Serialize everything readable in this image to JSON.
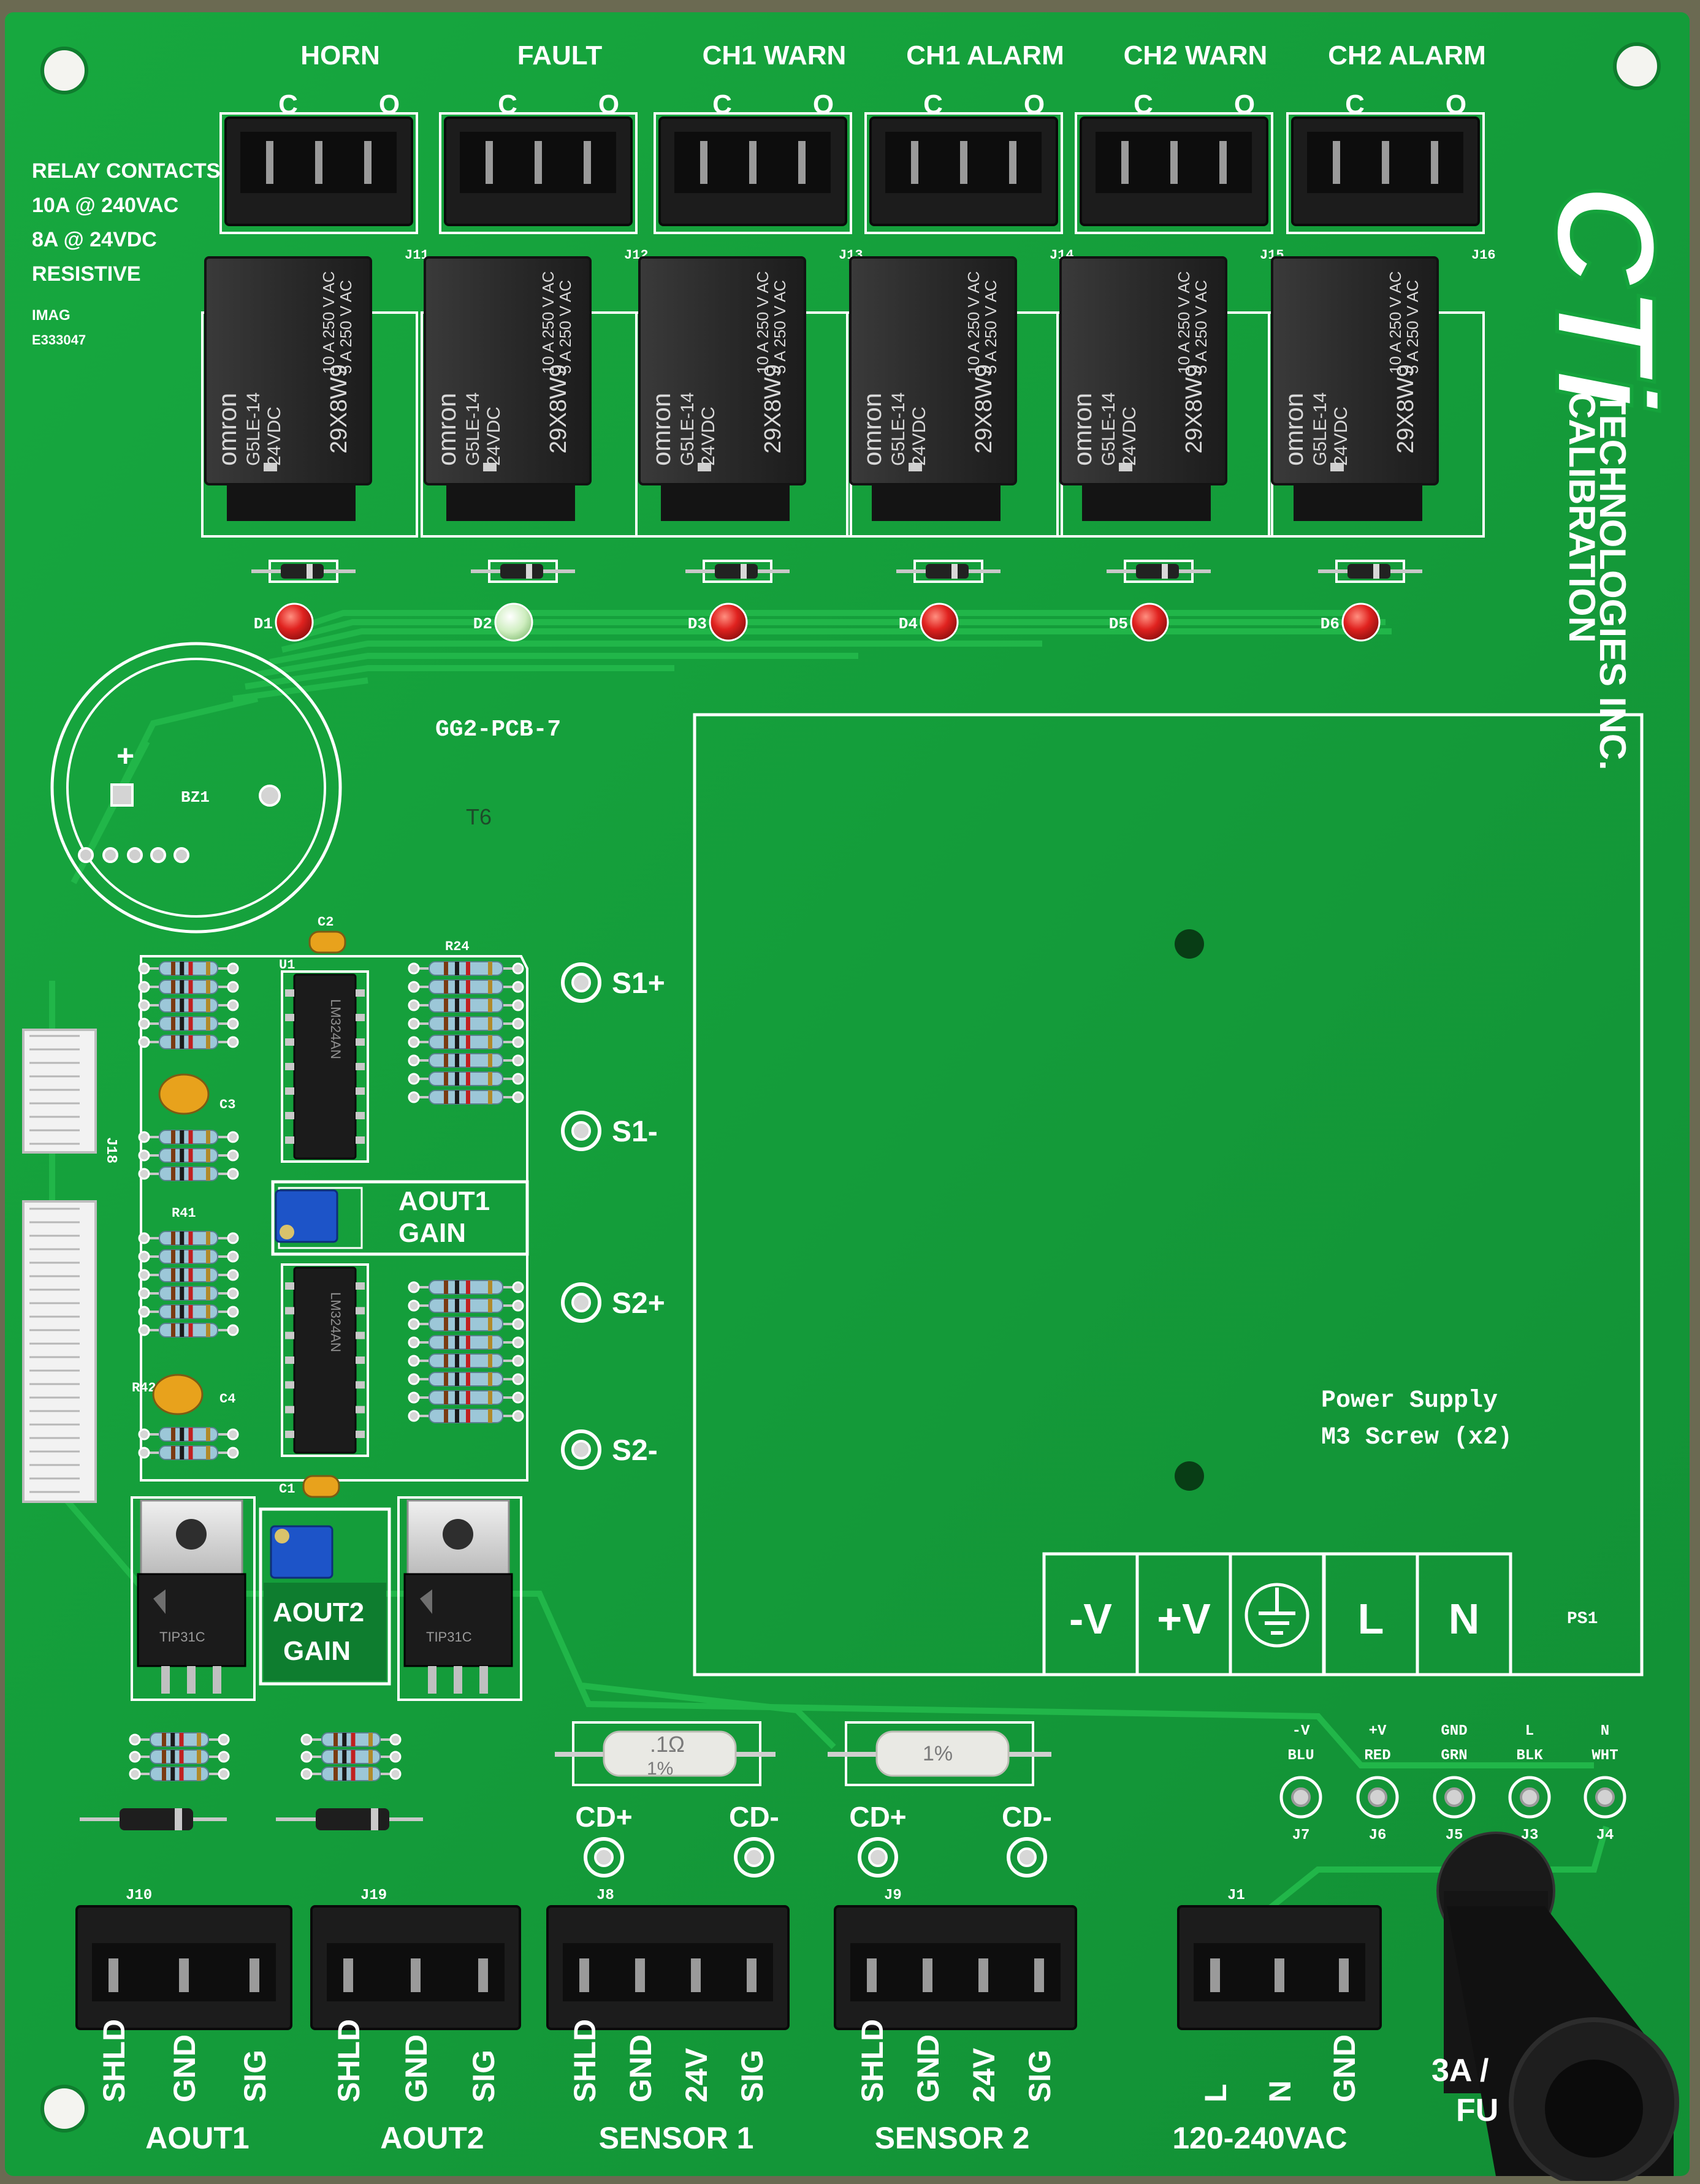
{
  "colors": {
    "pcb": "#15a33c",
    "pcb_dark": "#0f8a31",
    "trace": "#22b84a",
    "silkscreen": "#ffffff",
    "connector": "#1c1c1c",
    "relay": "#2b2b2b",
    "led_red": "#e0221f",
    "led_green": "#d8f0c8",
    "trimmer_blue": "#1d54c8",
    "capacitor": "#e8a21c",
    "background": "#6b6a52"
  },
  "relay_note": {
    "line1": "RELAY CONTACTS",
    "line2": "10A @ 240VAC",
    "line3": "8A @ 24VDC",
    "line4": "RESISTIVE",
    "cert1": "IMAG",
    "cert2": "E333047"
  },
  "relays": [
    {
      "label": "HORN",
      "jack": "J11",
      "led": "D1",
      "led_color": "red"
    },
    {
      "label": "FAULT",
      "jack": "J12",
      "led": "D2",
      "led_color": "green"
    },
    {
      "label": "CH1 WARN",
      "jack": "J13",
      "led": "D3",
      "led_color": "red"
    },
    {
      "label": "CH1 ALARM",
      "jack": "J14",
      "led": "D4",
      "led_color": "red"
    },
    {
      "label": "CH2 WARN",
      "jack": "J15",
      "led": "D5",
      "led_color": "red"
    },
    {
      "label": "CH2 ALARM",
      "jack": "J16",
      "led": "D6",
      "led_color": "red"
    }
  ],
  "contact_marks": {
    "common": "C",
    "open": "O"
  },
  "relay_body": {
    "brand": "omron",
    "model": "G5LE-14",
    "voltage": "24VDC",
    "rating1": "10 A 250 V AC",
    "rating2": "5 A 250 V AC",
    "code": "29X8W9"
  },
  "logo": {
    "mark": "CTi",
    "line1": "CALIBRATION",
    "line2": "TECHNOLOGIES INC."
  },
  "board": {
    "part_number": "GG2-PCB-7",
    "handwritten": "T6",
    "buzzer_label": "BZ1",
    "buzzer_plus": "+"
  },
  "components": {
    "c2": "C2",
    "c3": "C3",
    "c4": "C4",
    "c1": "C1",
    "u1": "U1",
    "r24": "R24",
    "r41": "R41",
    "r42": "R42",
    "ic_text": "LM324AN",
    "j18": "J18",
    "transistor_text": "TIP31C",
    "resistor1": ".1Ω",
    "resistor1b": "1%",
    "resistor2": "1%"
  },
  "trim": {
    "aout1_l1": "AOUT1",
    "aout1_l2": "GAIN",
    "aout2_l1": "AOUT2",
    "aout2_l2": "GAIN"
  },
  "sense_pads": [
    "S1+",
    "S1-",
    "S2+",
    "S2-"
  ],
  "power_supply": {
    "note1": "Power Supply",
    "note2": "M3 Screw (x2)",
    "designator": "PS1",
    "terminals": [
      "-V",
      "+V",
      "GND",
      "L",
      "N"
    ]
  },
  "wire_taps": [
    {
      "l1": "-V",
      "l2": "BLU",
      "jack": "J7"
    },
    {
      "l1": "+V",
      "l2": "RED",
      "jack": "J6"
    },
    {
      "l1": "GND",
      "l2": "GRN",
      "jack": "J5"
    },
    {
      "l1": "L",
      "l2": "BLK",
      "jack": "J3"
    },
    {
      "l1": "N",
      "l2": "WHT",
      "jack": "J4"
    }
  ],
  "cd_pads": {
    "plus": "CD+",
    "minus": "CD-"
  },
  "bottom_connectors": [
    {
      "jack": "J10",
      "title": "AOUT1",
      "pins": [
        "SHLD",
        "GND",
        "SIG"
      ]
    },
    {
      "jack": "J19",
      "title": "AOUT2",
      "pins": [
        "SHLD",
        "GND",
        "SIG"
      ]
    },
    {
      "jack": "J8",
      "title": "SENSOR 1",
      "pins": [
        "SHLD",
        "GND",
        "24V",
        "SIG"
      ]
    },
    {
      "jack": "J9",
      "title": "SENSOR 2",
      "pins": [
        "SHLD",
        "GND",
        "24V",
        "SIG"
      ]
    },
    {
      "jack": "J1",
      "title": "120-240VAC",
      "pins": [
        "L",
        "N",
        "GND"
      ]
    }
  ],
  "fuse": {
    "l1": "3A /",
    "l2": "FU"
  }
}
